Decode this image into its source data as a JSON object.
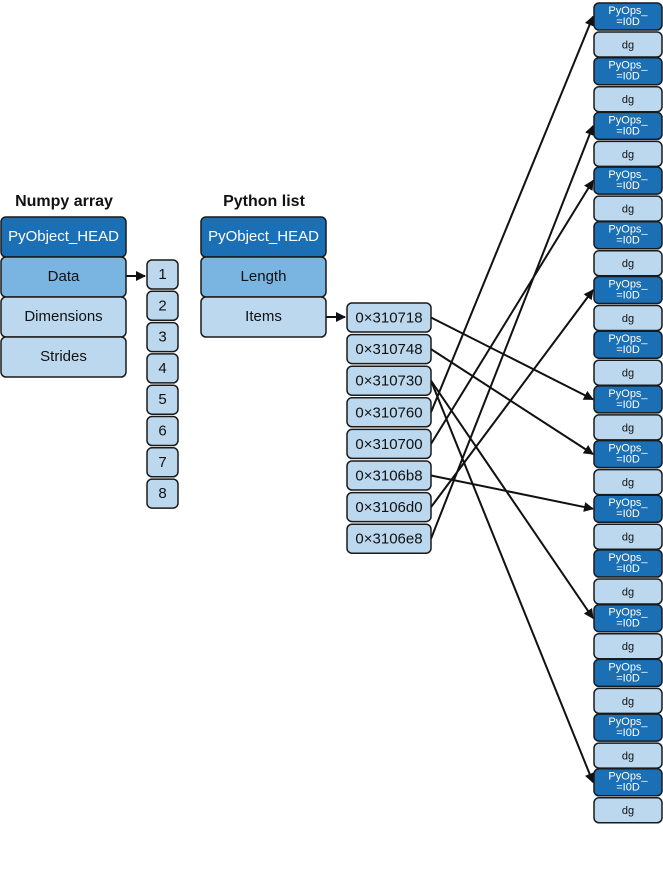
{
  "numpy_array": {
    "title": "Numpy array",
    "fields": [
      "PyObject_HEAD",
      "Data",
      "Dimensions",
      "Strides"
    ],
    "data_values": [
      "1",
      "2",
      "3",
      "4",
      "5",
      "6",
      "7",
      "8"
    ]
  },
  "python_list": {
    "title": "Python list",
    "fields": [
      "PyObject_HEAD",
      "Length",
      "Items"
    ],
    "addresses": [
      "0×310718",
      "0×310748",
      "0×310730",
      "0×310760",
      "0×310700",
      "0×3106b8",
      "0×3106d0",
      "0×3106e8"
    ]
  },
  "objects": {
    "head_label_line1": "PyOps_",
    "head_label_line2": "=I0D",
    "body_label": "dg",
    "count": 15
  },
  "pointers": [
    {
      "from": 0,
      "to": 7
    },
    {
      "from": 1,
      "to": 8
    },
    {
      "from": 2,
      "to": 11
    },
    {
      "from": 3,
      "to": 0
    },
    {
      "from": 4,
      "to": 3
    },
    {
      "from": 5,
      "to": 9
    },
    {
      "from": 6,
      "to": 5
    },
    {
      "from": 7,
      "to": 2
    },
    {
      "from": 2,
      "to": 14
    }
  ],
  "colors": {
    "dark_blue": "#1b6fb5",
    "mid_blue": "#7ab4e0",
    "light_blue": "#bcd8ef",
    "stroke": "#1a1a1a",
    "white_text": "#ffffff",
    "dark_text": "#111111"
  }
}
